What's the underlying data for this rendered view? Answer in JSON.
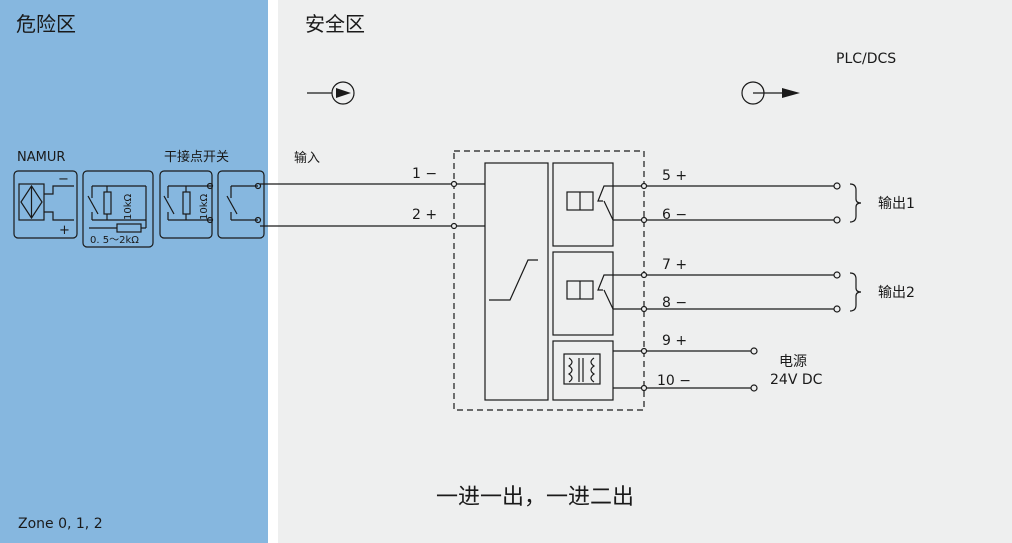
{
  "zones": {
    "hazard": {
      "title": "危险区",
      "zone_label": "Zone  0, 1, 2",
      "color": "#86b7df"
    },
    "safe": {
      "title": "安全区",
      "color": "#eeefef"
    }
  },
  "labels": {
    "plc_dcs": "PLC/DCS",
    "input": "输入",
    "namur": "NAMUR",
    "dry_contact": "干接点开关",
    "resistor_10k_a": "10kΩ",
    "resistor_10k_b": "10kΩ",
    "resistor_range": "0. 5～2kΩ",
    "sensor_minus": "−",
    "sensor_plus": "+"
  },
  "terminals": {
    "t1": "1 −",
    "t2": "2 +",
    "t5": "5 +",
    "t6": "6 −",
    "t7": "7 +",
    "t8": "8 −",
    "t9": "9 +",
    "t10": "10 −"
  },
  "outputs": {
    "out1": "输出1",
    "out2": "输出2",
    "power_title": "电源",
    "power_spec": "24V DC"
  },
  "footer": "一进一出，一进二出",
  "colors": {
    "line": "#1a1a1a",
    "hazard_bg": "#86b7df",
    "safe_bg": "#eeefef"
  }
}
